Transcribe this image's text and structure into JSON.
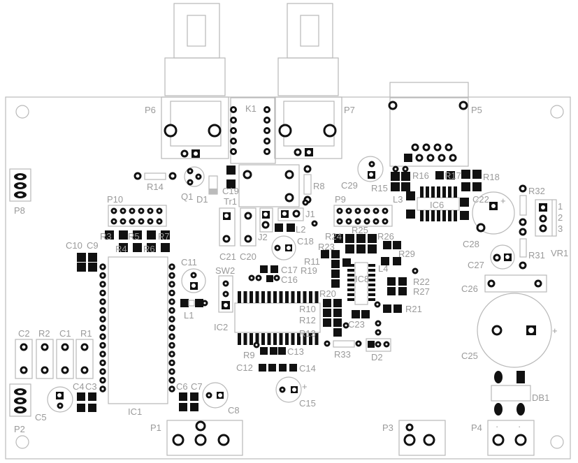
{
  "designators": {
    "p1": "P1",
    "p2": "P2",
    "p3": "P3",
    "p4": "P4",
    "p5": "P5",
    "p6": "P6",
    "p7": "P7",
    "p8": "P8",
    "p9": "P9",
    "p10": "P10",
    "k1": "K1",
    "r1": "R1",
    "r2": "R2",
    "r3": "R3",
    "r4": "R4",
    "r5": "R5",
    "r6": "R6",
    "r7": "R7",
    "r8": "R8",
    "r9": "R9",
    "r10": "R10",
    "r11": "R11",
    "r12": "R12",
    "r13": "R13",
    "r14": "R14",
    "r15": "R15",
    "r16": "R16",
    "r17": "R17",
    "r18": "R18",
    "r19": "R19",
    "r20": "R20",
    "r21": "R21",
    "r22": "R22",
    "r23": "R23",
    "r24": "R24",
    "r25": "R25",
    "r26": "R26",
    "r27": "R27",
    "r29": "R29",
    "r31": "R31",
    "r32": "R32",
    "r33": "R33",
    "c1": "C1",
    "c2": "C2",
    "c3": "C3",
    "c4": "C4",
    "c5": "C5",
    "c6": "C6",
    "c7": "C7",
    "c8": "C8",
    "c9": "C9",
    "c10": "C10",
    "c11": "C11",
    "c12": "C12",
    "c13": "C13",
    "c14": "C14",
    "c15": "C15",
    "c16": "C16",
    "c17": "C17",
    "c18": "C18",
    "c19": "C19",
    "c20": "C20",
    "c21": "C21",
    "c22": "C22",
    "c23": "C23",
    "c25": "C25",
    "c26": "C26",
    "c27": "C27",
    "c28": "C28",
    "c29": "C29",
    "ic1": "IC1",
    "ic2": "IC2",
    "ic6": "IC6",
    "ic8": "IC8",
    "l1": "L1",
    "l2": "L2",
    "l3": "L3",
    "l4": "L4",
    "q1": "Q1",
    "d1": "D1",
    "d2": "D2",
    "db1": "DB1",
    "tr1": "Tr1",
    "j1": "J1",
    "j2": "J2",
    "sw2": "SW2",
    "vr1": "VR1"
  },
  "pin_marks": {
    "one": "1",
    "two": "2",
    "three": "3",
    "plus": "+"
  },
  "colors": {
    "silkscreen": "#9a9a9a",
    "outline": "#b8b8b8",
    "copper": "#111111",
    "board": "#ffffff"
  }
}
